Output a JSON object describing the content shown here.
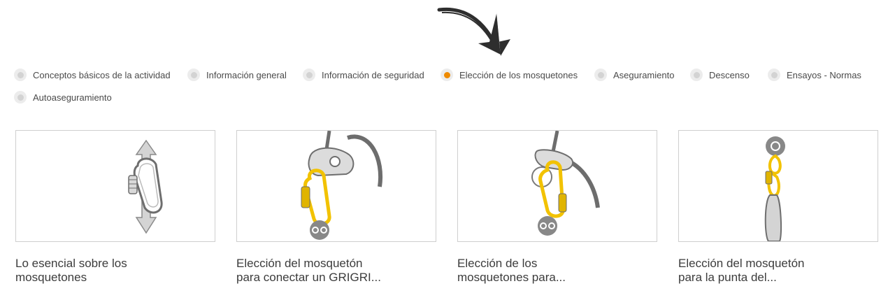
{
  "tabs": [
    {
      "label": "Conceptos básicos de la actividad",
      "active": false
    },
    {
      "label": "Información general",
      "active": false
    },
    {
      "label": "Información de seguridad",
      "active": false
    },
    {
      "label": "Elección de los mosquetones",
      "active": true
    },
    {
      "label": "Aseguramiento",
      "active": false
    },
    {
      "label": "Descenso",
      "active": false
    },
    {
      "label": "Ensayos - Normas",
      "active": false
    },
    {
      "label": "Autoaseguramiento",
      "active": false
    }
  ],
  "cards": [
    {
      "line1": "Lo esencial sobre los",
      "line2": "mosquetones"
    },
    {
      "line1": "Elección del mosquetón",
      "line2": "para conectar un GRIGRI..."
    },
    {
      "line1": "Elección de los",
      "line2": "mosquetones para..."
    },
    {
      "line1": "Elección del mosquetón",
      "line2": "para la punta del..."
    }
  ],
  "colors": {
    "accent": "#ee8a00",
    "carabiner": "#f2c200",
    "grey": "#bdbdbd"
  }
}
